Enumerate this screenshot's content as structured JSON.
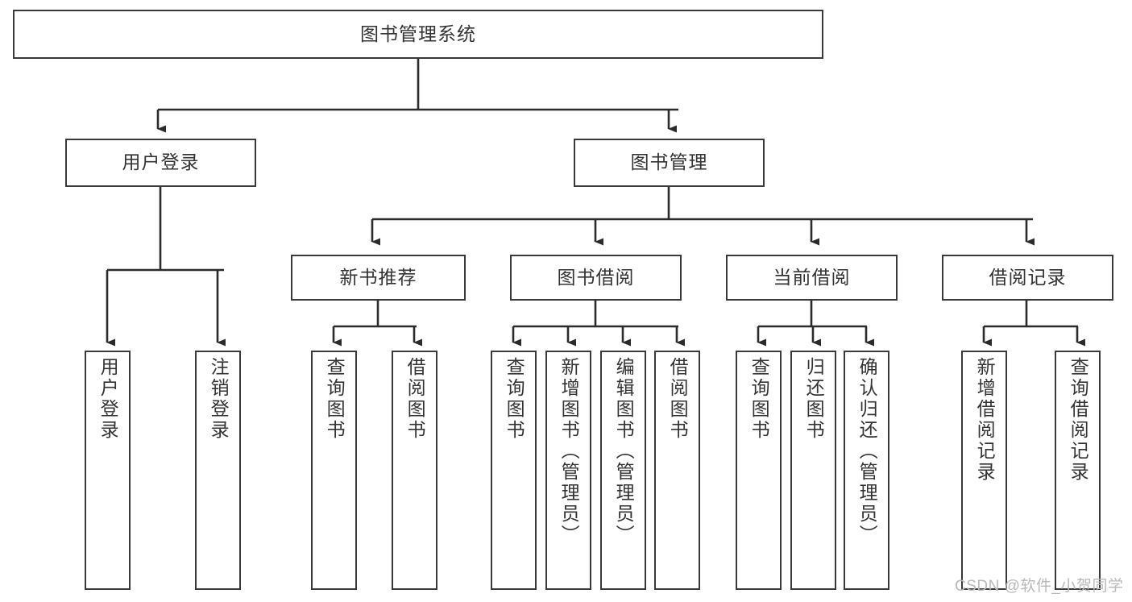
{
  "diagram": {
    "title": "图书管理系统",
    "type": "tree-hierarchy",
    "watermark": "CSDN @软件_小贺同学",
    "colors": {
      "border": "#3a3a3a",
      "text": "#333333",
      "background": "#ffffff",
      "edge": "#2b2b2b",
      "watermark": "#b9b9b9"
    }
  },
  "nodes": {
    "root": {
      "label": "图书管理系统"
    },
    "level1": [
      {
        "id": "user-login",
        "label": "用户登录"
      },
      {
        "id": "book-management",
        "label": "图书管理"
      }
    ],
    "level2": [
      {
        "id": "new-book-recommend",
        "label": "新书推荐"
      },
      {
        "id": "book-borrow",
        "label": "图书借阅"
      },
      {
        "id": "current-borrow",
        "label": "当前借阅"
      },
      {
        "id": "borrow-record",
        "label": "借阅记录"
      }
    ],
    "leaves": {
      "user-login": [
        {
          "id": "leaf-user-login",
          "label": "用户登录"
        },
        {
          "id": "leaf-user-logout",
          "label": "注销登录"
        }
      ],
      "new-book-recommend": [
        {
          "id": "leaf-query-book-1",
          "label": "查询图书"
        },
        {
          "id": "leaf-borrow-book-1",
          "label": "借阅图书"
        }
      ],
      "book-borrow": [
        {
          "id": "leaf-query-book-2",
          "label": "查询图书"
        },
        {
          "id": "leaf-add-book",
          "label": "新增图书（管理员）"
        },
        {
          "id": "leaf-edit-book",
          "label": "编辑图书（管理员）"
        },
        {
          "id": "leaf-borrow-book-2",
          "label": "借阅图书"
        }
      ],
      "current-borrow": [
        {
          "id": "leaf-query-book-3",
          "label": "查询图书"
        },
        {
          "id": "leaf-return-book",
          "label": "归还图书"
        },
        {
          "id": "leaf-confirm-return",
          "label": "确认归还（管理员）"
        }
      ],
      "borrow-record": [
        {
          "id": "leaf-add-record",
          "label": "新增借阅记录"
        },
        {
          "id": "leaf-query-record",
          "label": "查询借阅记录"
        }
      ]
    }
  }
}
